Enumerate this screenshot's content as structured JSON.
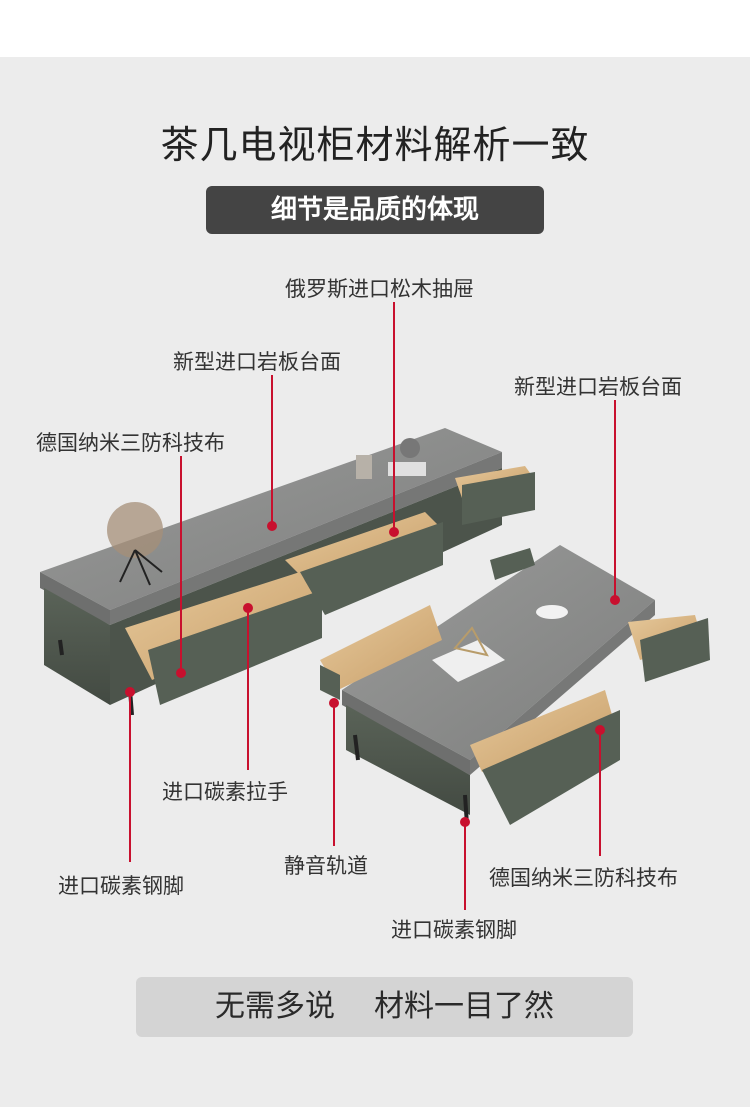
{
  "header": {
    "title": "茶几电视柜材料解析一致",
    "subtitle": "细节是品质的体现"
  },
  "labels": {
    "drawer_wood": "俄罗斯进口松木抽屉",
    "top_left": "新型进口岩板台面",
    "top_right": "新型进口岩板台面",
    "fabric_left": "德国纳米三防科技布",
    "handle": "进口碳素拉手",
    "leg_left": "进口碳素钢脚",
    "rail": "静音轨道",
    "fabric_right": "德国纳米三防科技布",
    "leg_right": "进口碳素钢脚"
  },
  "footer": {
    "left": "无需多说",
    "right": "材料一目了然"
  },
  "colors": {
    "accent_line": "#c8102e",
    "pill_bg": "#444444",
    "panel_bg": "#ececec",
    "fabric": "#4f584e",
    "stone": "#8e8f8e",
    "wood": "#d9b98a"
  }
}
